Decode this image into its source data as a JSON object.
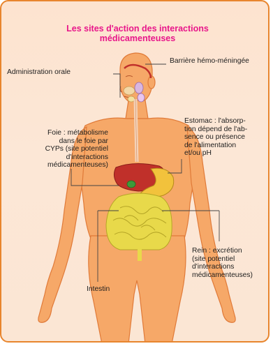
{
  "title": "Les sites d'action des interactions médicamenteuses",
  "labels": {
    "administration": "Administration orale",
    "barriere": "Barrière hémo-méningée",
    "foie": [
      "Foie : métabolisme",
      "dans le foie par",
      "CYPs (site potentiel",
      "d'interactions",
      "médicamenteuses)"
    ],
    "estomac": [
      "Estomac : l'absorp-",
      "tion dépend de l'ab-",
      "sence ou présence",
      "de l'alimentation",
      "et/ou pH"
    ],
    "rein": [
      "Rein : excrétion",
      "(site potentiel",
      "d'interactions",
      "médicamenteuses)"
    ],
    "intestin": "Intestin"
  },
  "colors": {
    "accent": "#e8168a",
    "border": "#e8852d",
    "skin": "#f6a868",
    "liver": "#c0302a",
    "intestine": "#e8d94a",
    "stomach": "#f2c23c"
  }
}
